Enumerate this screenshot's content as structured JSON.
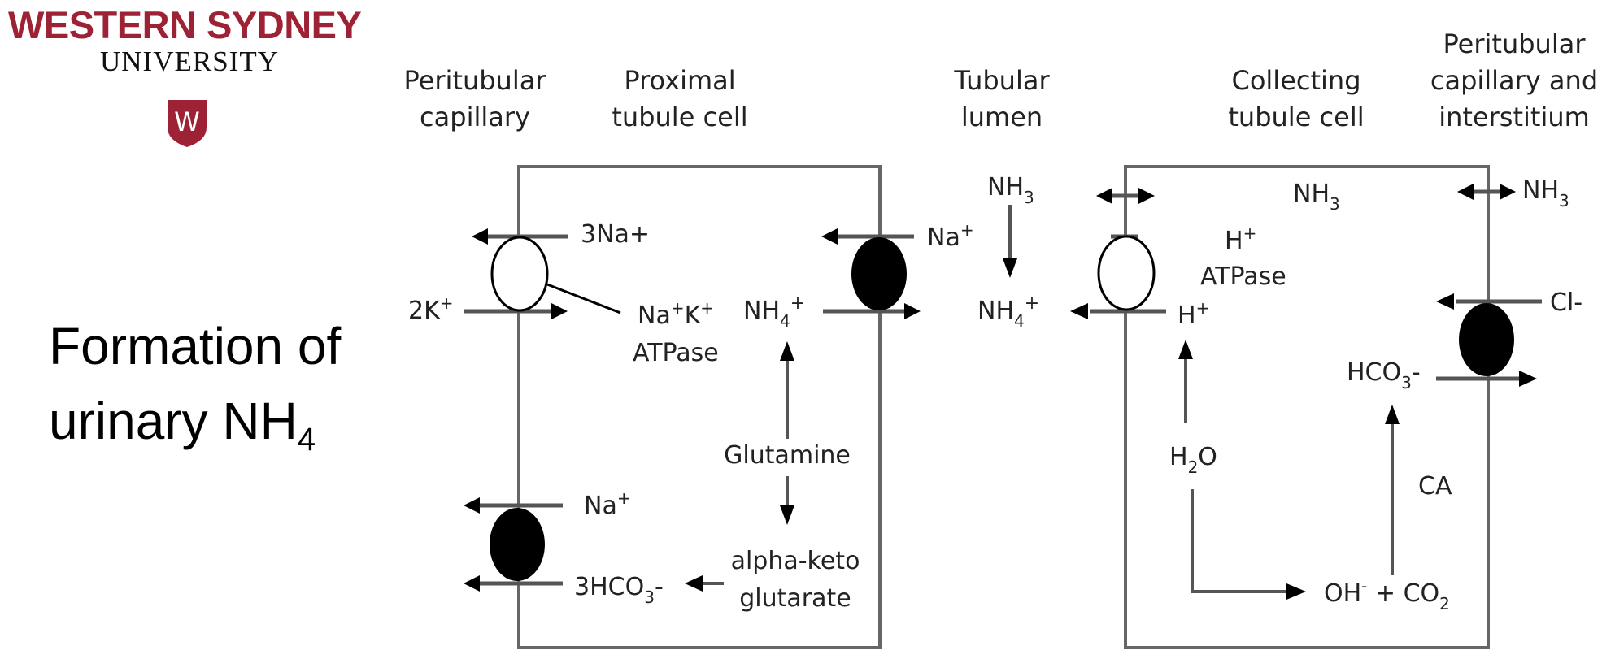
{
  "branding": {
    "university_name": "WESTERN SYDNEY",
    "university_sub": "UNIVERSITY",
    "shield_letter": "W",
    "brand_color": "#9d2235"
  },
  "slide": {
    "title_line1": "Formation of",
    "title_line2_prefix": "urinary NH",
    "title_line2_sub": "4"
  },
  "diagram": {
    "column_labels": {
      "peritubular_capillary_1": "Peritubular",
      "peritubular_capillary_2": "capillary",
      "proximal_1": "Proximal",
      "proximal_2": "tubule cell",
      "lumen_1": "Tubular",
      "lumen_2": "lumen",
      "collecting_1": "Collecting",
      "collecting_2": "tubule cell",
      "interstitium_1": "Peritubular",
      "interstitium_2": "capillary and",
      "interstitium_3": "interstitium"
    },
    "proximal": {
      "na3": "3Na+",
      "k2": "2K",
      "k2_sup": "+",
      "atpase_1a": "Na",
      "atpase_1b": "K",
      "atpase_2": "ATPase",
      "na_lumen": "Na",
      "nh4": "NH",
      "nh4_sub": "4",
      "glutamine": "Glutamine",
      "akg_1": "alpha-keto",
      "akg_2": "glutarate",
      "na_baso": "Na",
      "hco3": "3HCO",
      "hco3_sub": "3"
    },
    "lumen": {
      "nh3": "NH",
      "nh3_sub": "3",
      "nh4": "NH",
      "nh4_sub": "4"
    },
    "collecting": {
      "nh3": "NH",
      "nh3_sub": "3",
      "hplus_1": "H",
      "atpase": "ATPase",
      "hplus_2": "H",
      "h2o_a": "H",
      "h2o_sub": "2",
      "h2o_b": "O",
      "oh": "OH",
      "co2_plus": " + CO",
      "co2_sub": "2",
      "hco3": "HCO",
      "hco3_sub": "3",
      "ca": "CA",
      "nh3_right": "NH",
      "nh3_right_sub": "3",
      "cl": "Cl-"
    }
  }
}
